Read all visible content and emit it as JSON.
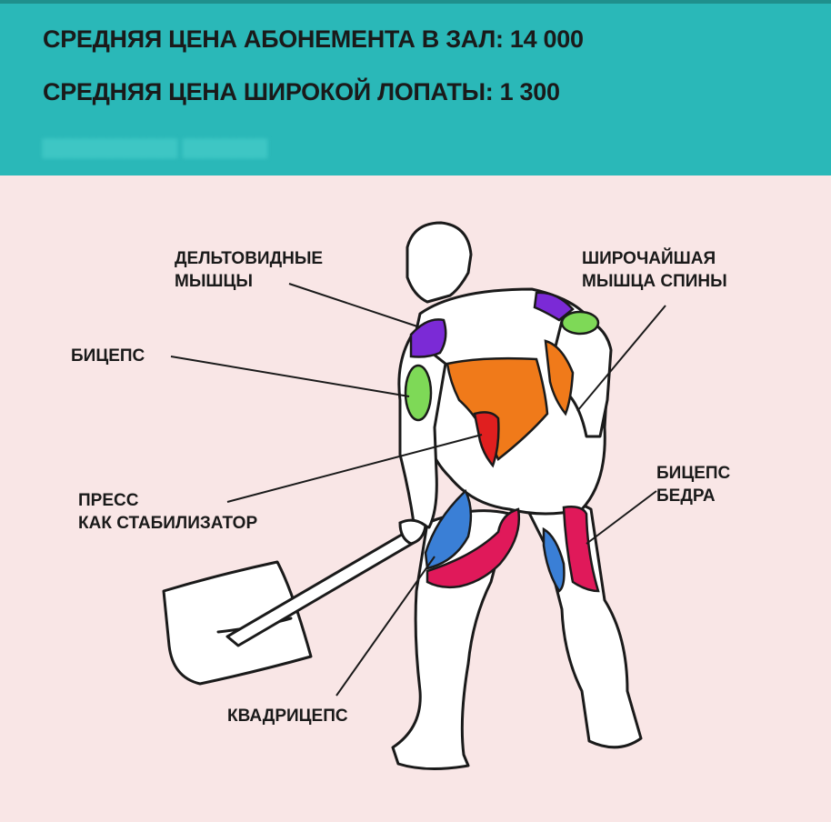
{
  "banner": {
    "line1": "СРЕДНЯЯ ЦЕНА АБОНЕМЕНТА В ЗАЛ: 14 000",
    "line2": "СРЕДНЯЯ ЦЕНА ШИРОКОЙ ЛОПАТЫ: 1 300",
    "color": "#2ab8b8"
  },
  "labels": {
    "deltoid": "ДЕЛЬТОВИДНЫЕ\nМЫШЦЫ",
    "lats": "ШИРОЧАЙШАЯ\nМЫШЦА СПИНЫ",
    "biceps": "БИЦЕПС",
    "abs": "ПРЕСС\nКАК СТАБИЛИЗАТОР",
    "hamstring": "БИЦЕПС\nБЕДРА",
    "quads": "КВАДРИЦЕПС"
  },
  "muscle_colors": {
    "deltoid": "#7b2ad6",
    "biceps": "#7ed957",
    "lats": "#f07a1a",
    "abs": "#e01f1f",
    "hamstring": "#e0195a",
    "quads": "#3a7fd6"
  }
}
